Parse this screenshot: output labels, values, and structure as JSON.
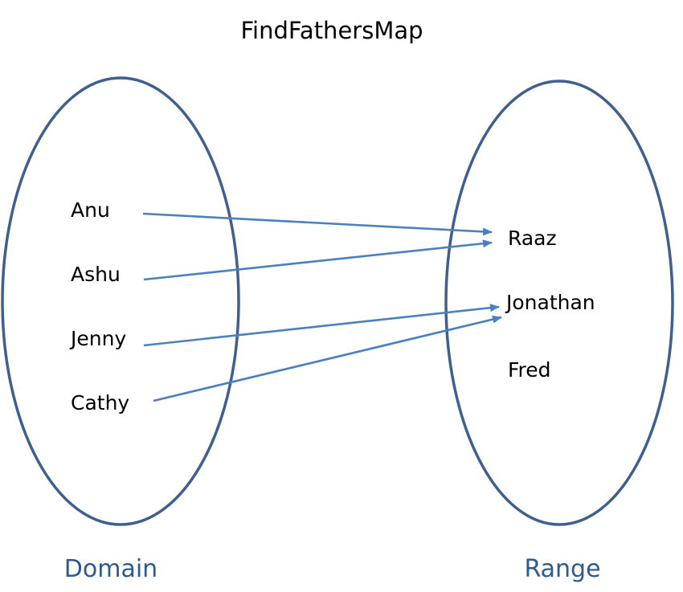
{
  "title": "FindFathersMap",
  "domain": {
    "label": "Domain",
    "items": [
      "Anu",
      "Ashu",
      "Jenny",
      "Cathy"
    ]
  },
  "range": {
    "label": "Range",
    "items": [
      "Raaz",
      "Jonathan",
      "Fred"
    ]
  },
  "mappings": [
    {
      "from": "Anu",
      "to": "Raaz"
    },
    {
      "from": "Ashu",
      "to": "Raaz"
    },
    {
      "from": "Jenny",
      "to": "Jonathan"
    },
    {
      "from": "Cathy",
      "to": "Jonathan"
    }
  ],
  "colors": {
    "ellipse_stroke": "#3f5f8f",
    "arrow": "#4a7fc1",
    "set_label": "#2f5a8f",
    "text": "#000000"
  }
}
